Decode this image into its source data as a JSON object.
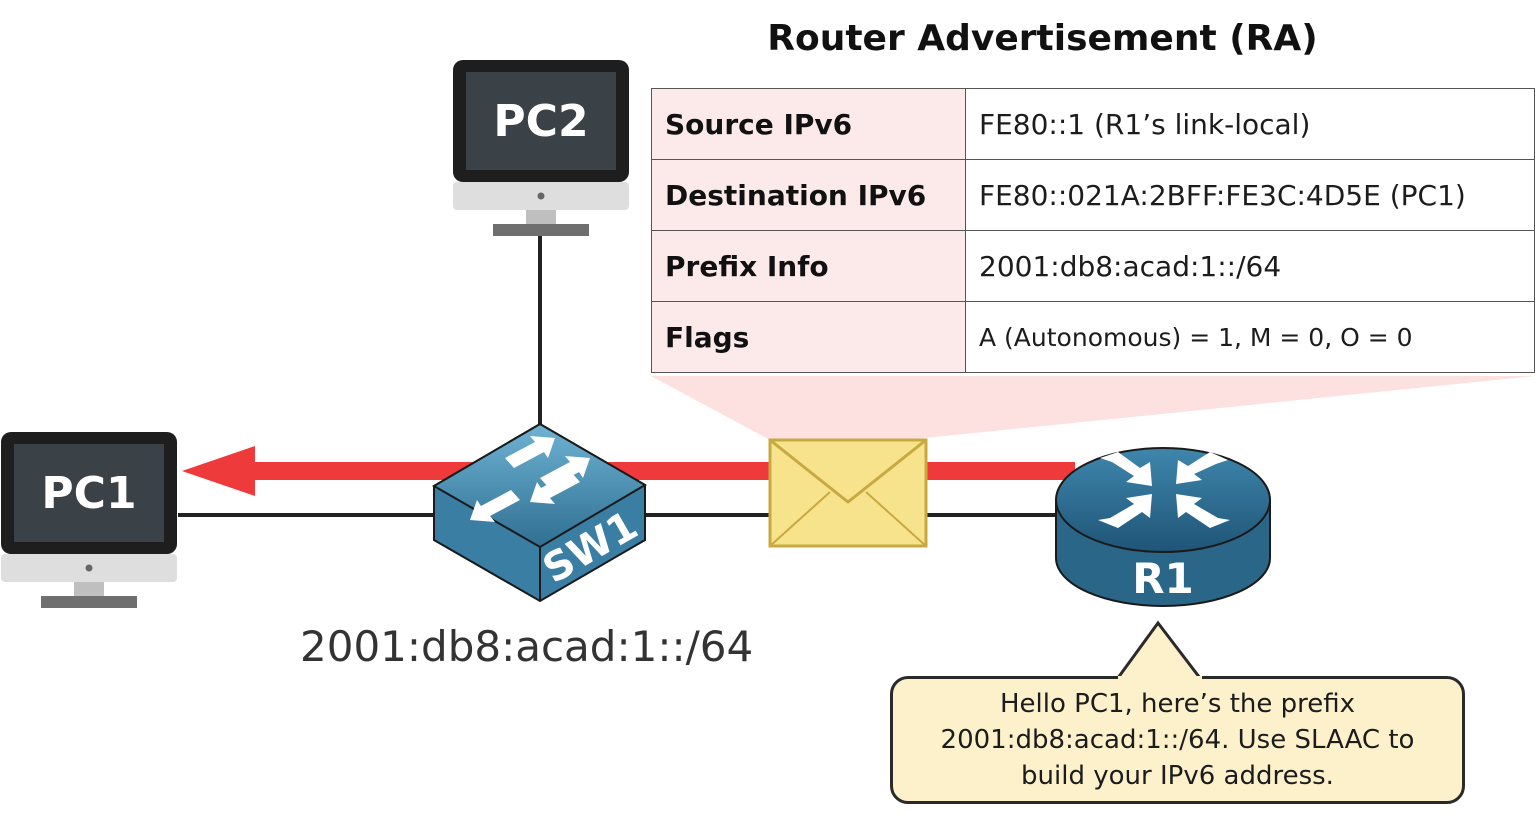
{
  "title": "Router Advertisement (RA)",
  "ra_table": {
    "rows": [
      {
        "field": "Source IPv6",
        "value": "FE80::1 (R1’s link-local)"
      },
      {
        "field": "Destination IPv6",
        "value": "FE80::021A:2BFF:FE3C:4D5E (PC1)"
      },
      {
        "field": "Prefix Info",
        "value": "2001:db8:acad:1::/64"
      },
      {
        "field": "Flags",
        "value": "A (Autonomous) = 1, M = 0, O = 0"
      }
    ]
  },
  "devices": {
    "pc1": "PC1",
    "pc2": "PC2",
    "switch": "SW1",
    "router": "R1"
  },
  "subnet_label": "2001:db8:acad:1::/64",
  "speech_bubble": {
    "line1": "Hello PC1, here’s the prefix",
    "line2": "2001:db8:acad:1::/64. Use SLAAC to",
    "line3": "build your IPv6 address."
  },
  "colors": {
    "ra_arrow": "#ee3a3a",
    "callout": "#fde0e0",
    "envelope": "#f7e38b",
    "device_blue": "#4b8fb3",
    "bubble": "#fdf1cc"
  }
}
